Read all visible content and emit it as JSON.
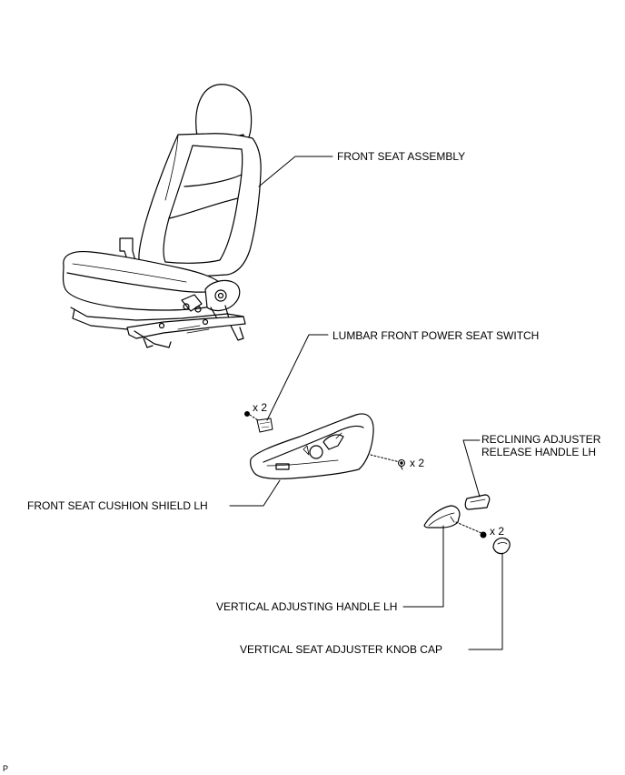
{
  "labels": {
    "front_seat_assembly": "FRONT SEAT ASSEMBLY",
    "lumbar_switch": "LUMBAR FRONT POWER SEAT SWITCH",
    "reclining_handle_line1": "RECLINING ADJUSTER",
    "reclining_handle_line2": "RELEASE HANDLE LH",
    "cushion_shield": "FRONT SEAT CUSHION SHIELD LH",
    "vertical_handle": "VERTICAL ADJUSTING HANDLE LH",
    "knob_cap": "VERTICAL SEAT ADJUSTER KNOB CAP"
  },
  "quantities": {
    "switch_screws": "x 2",
    "shield_clip": "x 2",
    "handle_screws": "x 2"
  },
  "figure_code": "P"
}
